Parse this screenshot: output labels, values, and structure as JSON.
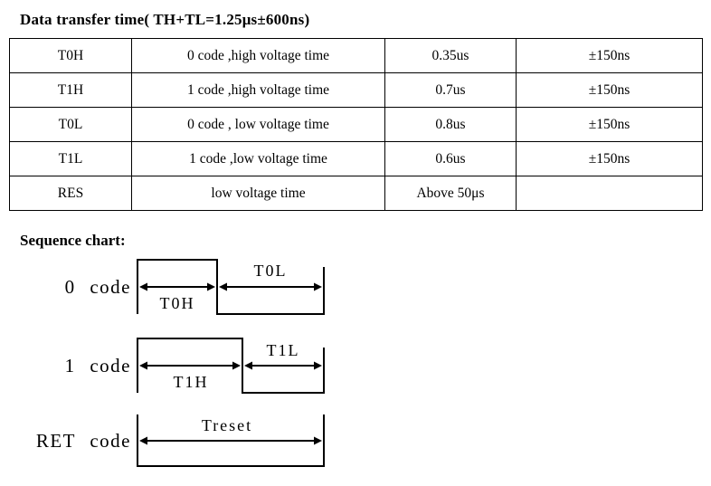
{
  "page": {
    "title": "Data transfer time( TH+TL=1.25μs±600ns)",
    "sequence_chart_heading": "Sequence chart:"
  },
  "table": {
    "rows": [
      {
        "symbol": "T0H",
        "description": "0 code ,high voltage time",
        "value": "0.35us",
        "tolerance": "±150ns"
      },
      {
        "symbol": "T1H",
        "description": "1 code ,high voltage time",
        "value": "0.7us",
        "tolerance": "±150ns"
      },
      {
        "symbol": "T0L",
        "description": "0 code , low voltage time",
        "value": "0.8us",
        "tolerance": "±150ns"
      },
      {
        "symbol": "T1L",
        "description": "1 code ,low voltage time",
        "value": "0.6us",
        "tolerance": "±150ns"
      },
      {
        "symbol": "RES",
        "description": "low voltage time",
        "value": "Above 50μs",
        "tolerance": ""
      }
    ]
  },
  "waveforms": [
    {
      "label": "0 code",
      "high_label": "T0H",
      "low_label": "T0L"
    },
    {
      "label": "1 code",
      "high_label": "T1H",
      "low_label": "T1L"
    },
    {
      "label": "RET code",
      "reset_label": "Treset"
    }
  ]
}
